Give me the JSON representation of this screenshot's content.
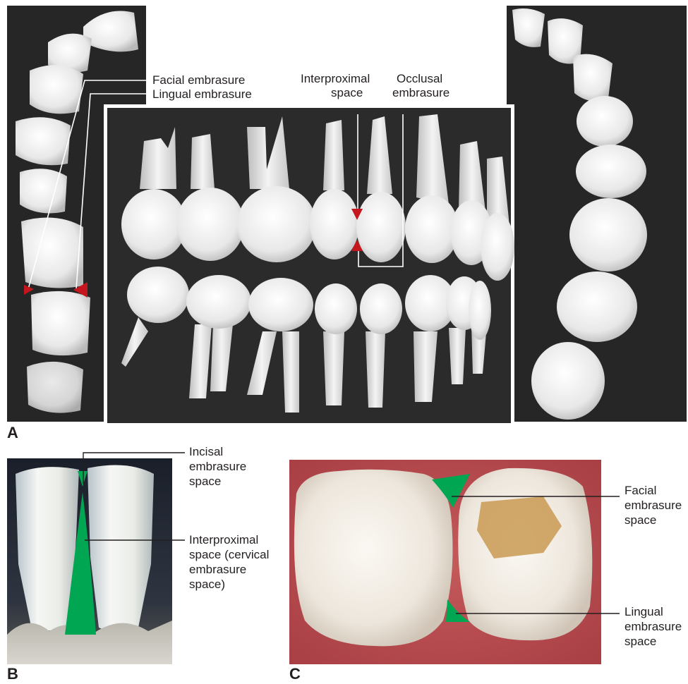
{
  "panels": {
    "a": {
      "letter": "A"
    },
    "b": {
      "letter": "B"
    },
    "c": {
      "letter": "C"
    }
  },
  "labels": {
    "facial_embrasure": "Facial embrasure",
    "lingual_embrasure": "Lingual embrasure",
    "interproximal_space_1": "Interproximal",
    "interproximal_space_2": "space",
    "occlusal_embrasure_1": "Occlusal",
    "occlusal_embrasure_2": "embrasure",
    "incisal_1": "Incisal",
    "incisal_2": "embrasure",
    "incisal_3": "space",
    "interprox_b_1": "Interproximal",
    "interprox_b_2": "space (cervical",
    "interprox_b_3": "embrasure",
    "interprox_b_4": "space)",
    "facial_c_1": "Facial",
    "facial_c_2": "embrasure",
    "facial_c_3": "space",
    "lingual_c_1": "Lingual",
    "lingual_c_2": "embrasure",
    "lingual_c_3": "space"
  },
  "colors": {
    "photo_background": "#2b2b2b",
    "tooth": "#ececec",
    "marker_red": "#c4161c",
    "highlight_green": "#00a651",
    "gingiva": "#b84a4a",
    "text": "#231f20"
  }
}
